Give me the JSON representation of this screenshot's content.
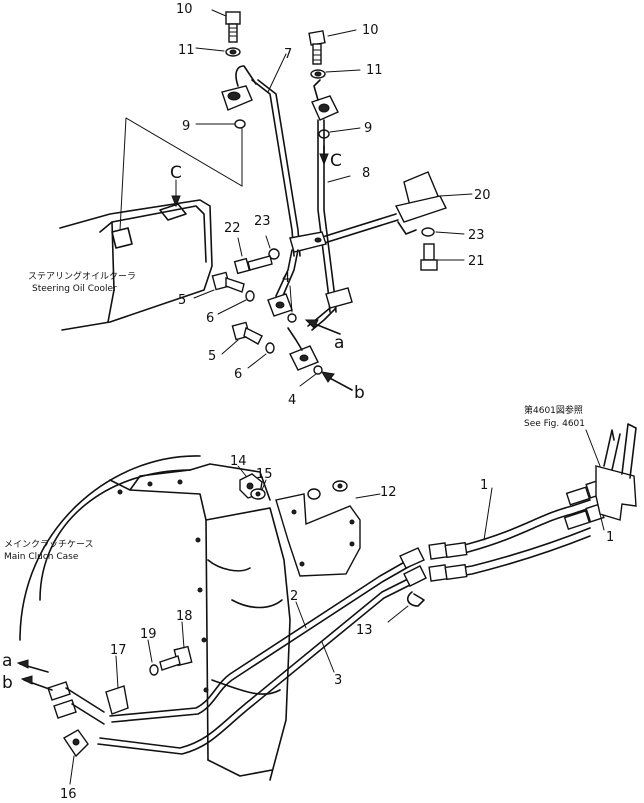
{
  "callouts": {
    "p10a": "10",
    "p10b": "10",
    "p11a": "11",
    "p11b": "11",
    "p9a": "9",
    "p9b": "9",
    "p7": "7",
    "p8": "8",
    "p20": "20",
    "p23a": "23",
    "p23b": "23",
    "p22": "22",
    "p21": "21",
    "p4a": "4",
    "p4b": "4",
    "p5a": "5",
    "p5b": "5",
    "p6a": "6",
    "p6b": "6",
    "p14": "14",
    "p15": "15",
    "p12": "12",
    "p1a": "1",
    "p1b": "1",
    "p2": "2",
    "p3": "3",
    "p13": "13",
    "p18": "18",
    "p19": "19",
    "p17": "17",
    "p16": "16"
  },
  "connectors": {
    "c_top": "C",
    "c_mid": "C",
    "a_mid": "a",
    "b_mid": "b",
    "a_bottom": "a",
    "b_bottom": "b"
  },
  "labels": {
    "cooler_jp": "ステアリングオイルクーラ",
    "cooler_en": "Steering Oil Cooler",
    "clutch_jp": "メインクラッチケース",
    "clutch_en": "Main Cluch Case",
    "see_jp": "第4601図参照",
    "see_en": "See Fig. 4601"
  }
}
